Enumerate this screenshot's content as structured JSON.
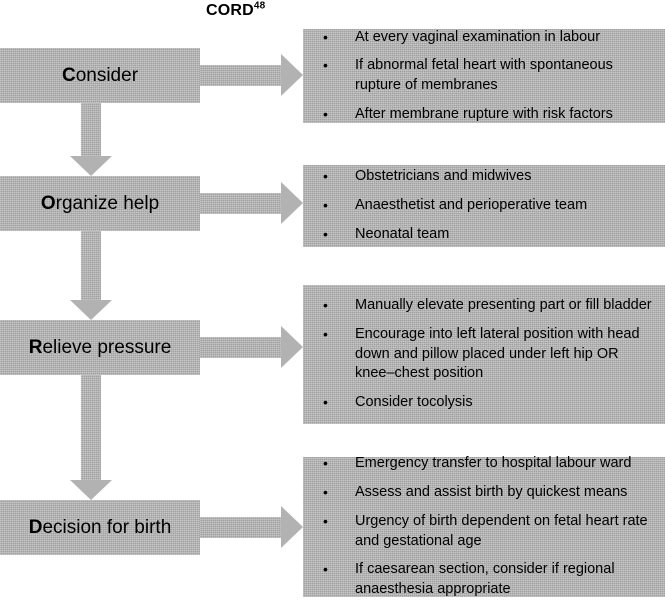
{
  "title": {
    "text": "CORD",
    "superscript": "48"
  },
  "palette": {
    "shape_fill": "#b2b2b2",
    "text": "#000000",
    "background": "#ffffff"
  },
  "stages": [
    {
      "initial": "C",
      "rest": "onsider",
      "full_label": "Consider"
    },
    {
      "initial": "O",
      "rest": "rganize help",
      "full_label": "Organize help"
    },
    {
      "initial": "R",
      "rest": "elieve pressure",
      "full_label": "Relieve pressure"
    },
    {
      "initial": "D",
      "rest": "ecision for birth",
      "full_label": "Decision for birth"
    }
  ],
  "lists": [
    {
      "items": [
        "At every vaginal examination in labour",
        "If abnormal fetal heart with spontaneous rupture of membranes",
        "After membrane rupture with risk factors"
      ]
    },
    {
      "items": [
        "Obstetricians and midwives",
        "Anaesthetist and perioperative team",
        "Neonatal team"
      ]
    },
    {
      "items": [
        "Manually elevate presenting part or fill bladder",
        "Encourage into left lateral position with head down and pillow placed under left hip OR knee–chest position",
        "Consider tocolysis"
      ]
    },
    {
      "items": [
        "Emergency transfer to hospital labour ward",
        "Assess and assist birth by quickest means",
        "Urgency of birth dependent on fetal heart rate and gestational age",
        "If caesarean section, consider if regional anaesthesia appropriate"
      ]
    }
  ],
  "bullet_glyph": "•"
}
